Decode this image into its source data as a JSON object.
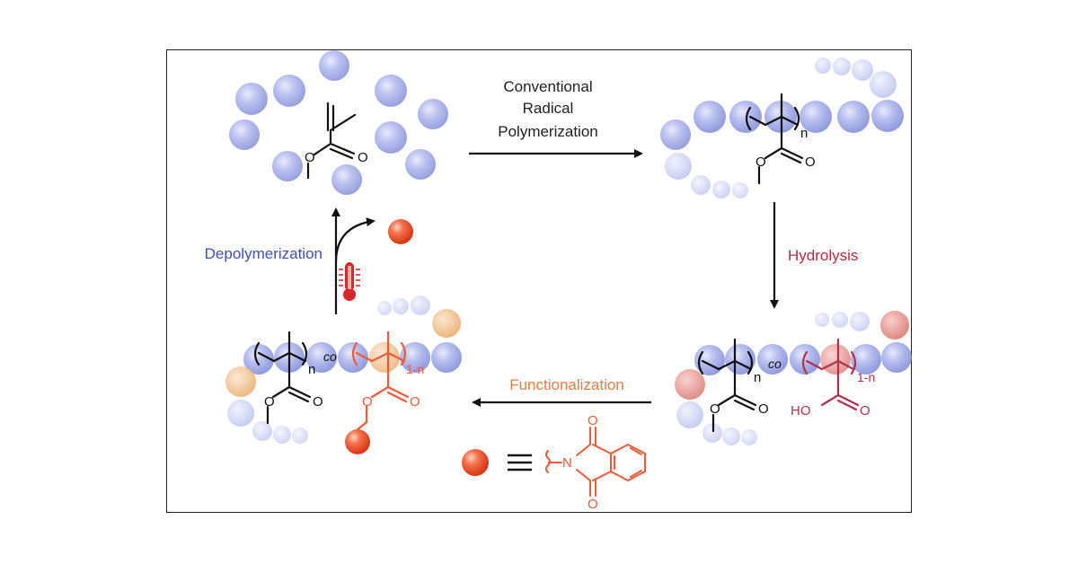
{
  "steps": {
    "polymerization": [
      "Conventional",
      "Radical",
      "Polymerization"
    ],
    "hydrolysis": "Hydrolysis",
    "functionalization": "Functionalization",
    "depolymerization": "Depolymerization"
  },
  "structure_labels": {
    "repeat_n": "n",
    "repeat_1n": "1-n",
    "copolymer": "co",
    "hydroxyl": "HO",
    "oxygen": "O",
    "nitrogen": "N"
  },
  "colors": {
    "monomer_sphere": "#9fa8e8",
    "functional_group": "#ef5a36",
    "acid_group": "#b5304f",
    "depolymerization_text": "#3f4fc0",
    "hydrolysis_text": "#c0283d",
    "functionalization_text": "#f07b3c",
    "thermometer": "#d9262b"
  },
  "icons": [
    "thermometer-icon",
    "phthalimide-structure",
    "functional-group-sphere"
  ]
}
